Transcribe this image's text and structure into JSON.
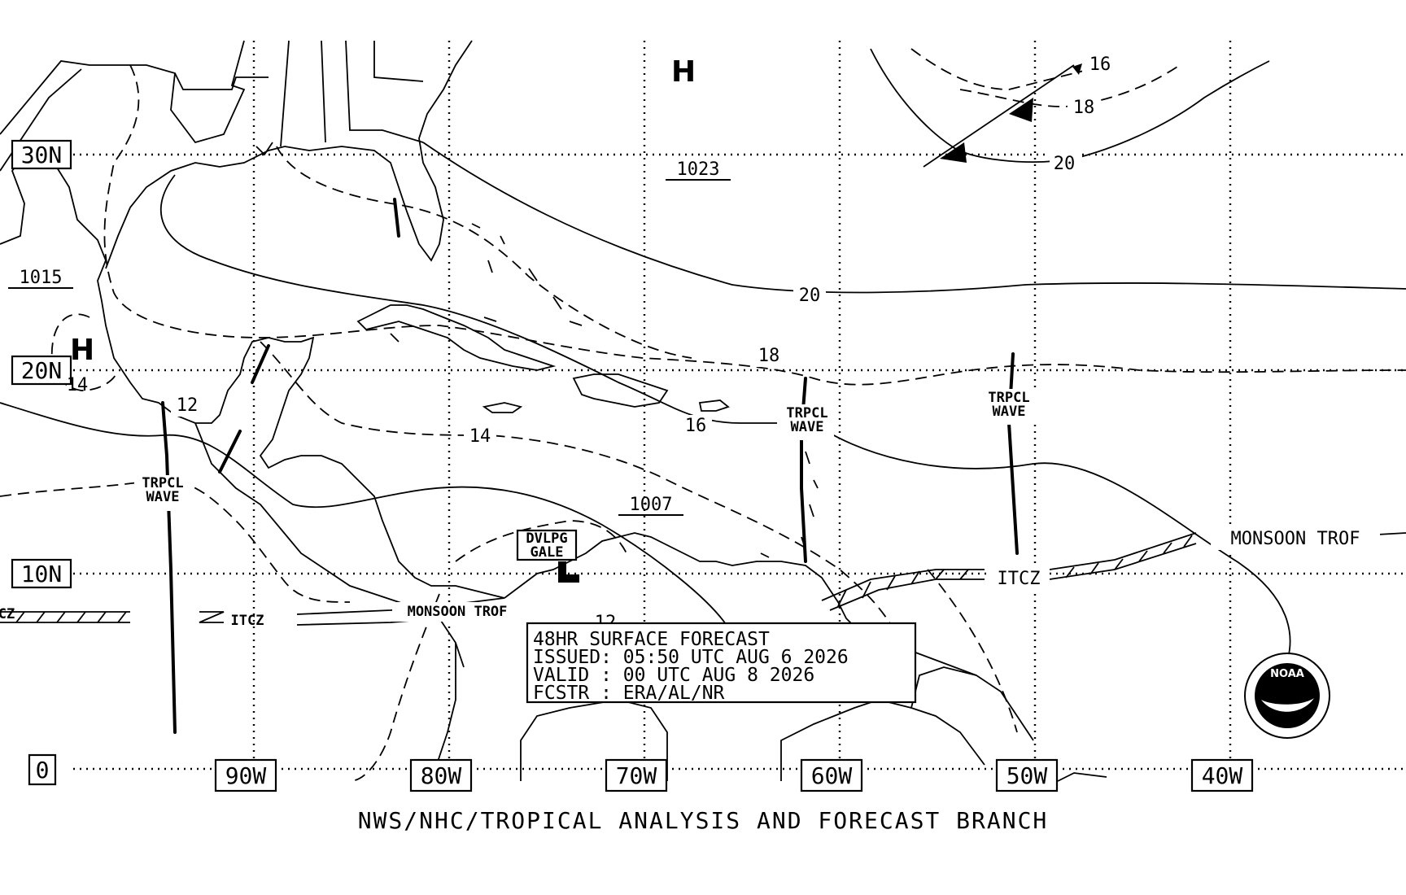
{
  "footer": "NWS/NHC/TROPICAL ANALYSIS AND FORECAST BRANCH",
  "forecast_box": {
    "line1": "48HR SURFACE FORECAST",
    "line2": "ISSUED: 05:50 UTC AUG 6 2026",
    "line3": "VALID : 00 UTC AUG 8 2026",
    "line4": "FCSTR : ERA/AL/NR"
  },
  "lat_labels": [
    "30N",
    "20N",
    "10N",
    "0"
  ],
  "lon_labels": [
    "90W",
    "80W",
    "70W",
    "60W",
    "50W",
    "40W"
  ],
  "pressure_centers": [
    {
      "type": "H",
      "value": "1023"
    },
    {
      "type": "H",
      "value": "1015"
    },
    {
      "type": "L",
      "value": "1007"
    }
  ],
  "isobar_labels": [
    "20",
    "18",
    "16",
    "14",
    "12",
    "14",
    "16",
    "18",
    "20",
    "12"
  ],
  "features": {
    "wave1": [
      "TRPCL",
      "WAVE"
    ],
    "wave2": [
      "TRPCL",
      "WAVE"
    ],
    "wave3": [
      "TRPCL",
      "WAVE"
    ],
    "gale": [
      "DVLPG",
      "GALE"
    ],
    "monsoon_east": "MONSOON TROF",
    "monsoon_west": "MONSOON TROF",
    "itcz_east": "ITCZ",
    "itcz_west": "ITCZ",
    "itcz_edge": "CZ"
  },
  "logo_text": "NOAA",
  "icons": {
    "logo": "noaa-logo-icon"
  }
}
